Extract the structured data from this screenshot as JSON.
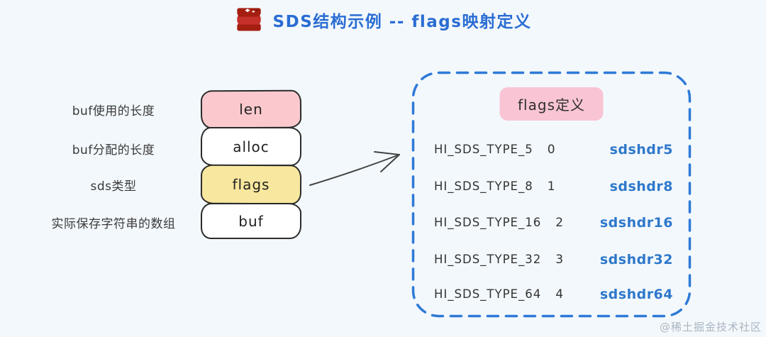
{
  "title": {
    "text": "SDS结构示例 -- flags映射定义",
    "icon": "redis-logo-icon"
  },
  "struct": {
    "rows": [
      {
        "label": "buf使用的长度",
        "field": "len",
        "fill": "#fbc9cd"
      },
      {
        "label": "buf分配的长度",
        "field": "alloc",
        "fill": "#ffffff"
      },
      {
        "label": "sds类型",
        "field": "flags",
        "fill": "#f8e79e"
      },
      {
        "label": "实际保存字符串的数组",
        "field": "buf",
        "fill": "#ffffff"
      }
    ]
  },
  "panel": {
    "title": "flags定义",
    "rows": [
      {
        "type": "HI_SDS_TYPE_5",
        "value": "0",
        "header": "sdshdr5"
      },
      {
        "type": "HI_SDS_TYPE_8",
        "value": "1",
        "header": "sdshdr8"
      },
      {
        "type": "HI_SDS_TYPE_16",
        "value": "2",
        "header": "sdshdr16"
      },
      {
        "type": "HI_SDS_TYPE_32",
        "value": "3",
        "header": "sdshdr32"
      },
      {
        "type": "HI_SDS_TYPE_64",
        "value": "4",
        "header": "sdshdr64"
      }
    ]
  },
  "watermark": "@稀土掘金技术社区",
  "colors": {
    "background": "#f3f8fc",
    "title_blue": "#2a6dd3",
    "panel_border_blue": "#2e7ad7",
    "sdshdr_blue": "#2e78cb",
    "len_pink": "#fbc9cd",
    "flags_yellow": "#f8e79e",
    "badge_pink": "#f9c5d4",
    "box_border_dark": "#2b2b2b",
    "watermark_gray": "#aab6c2",
    "redis_red": "#c6302b",
    "redis_dark_red": "#a41e11"
  }
}
